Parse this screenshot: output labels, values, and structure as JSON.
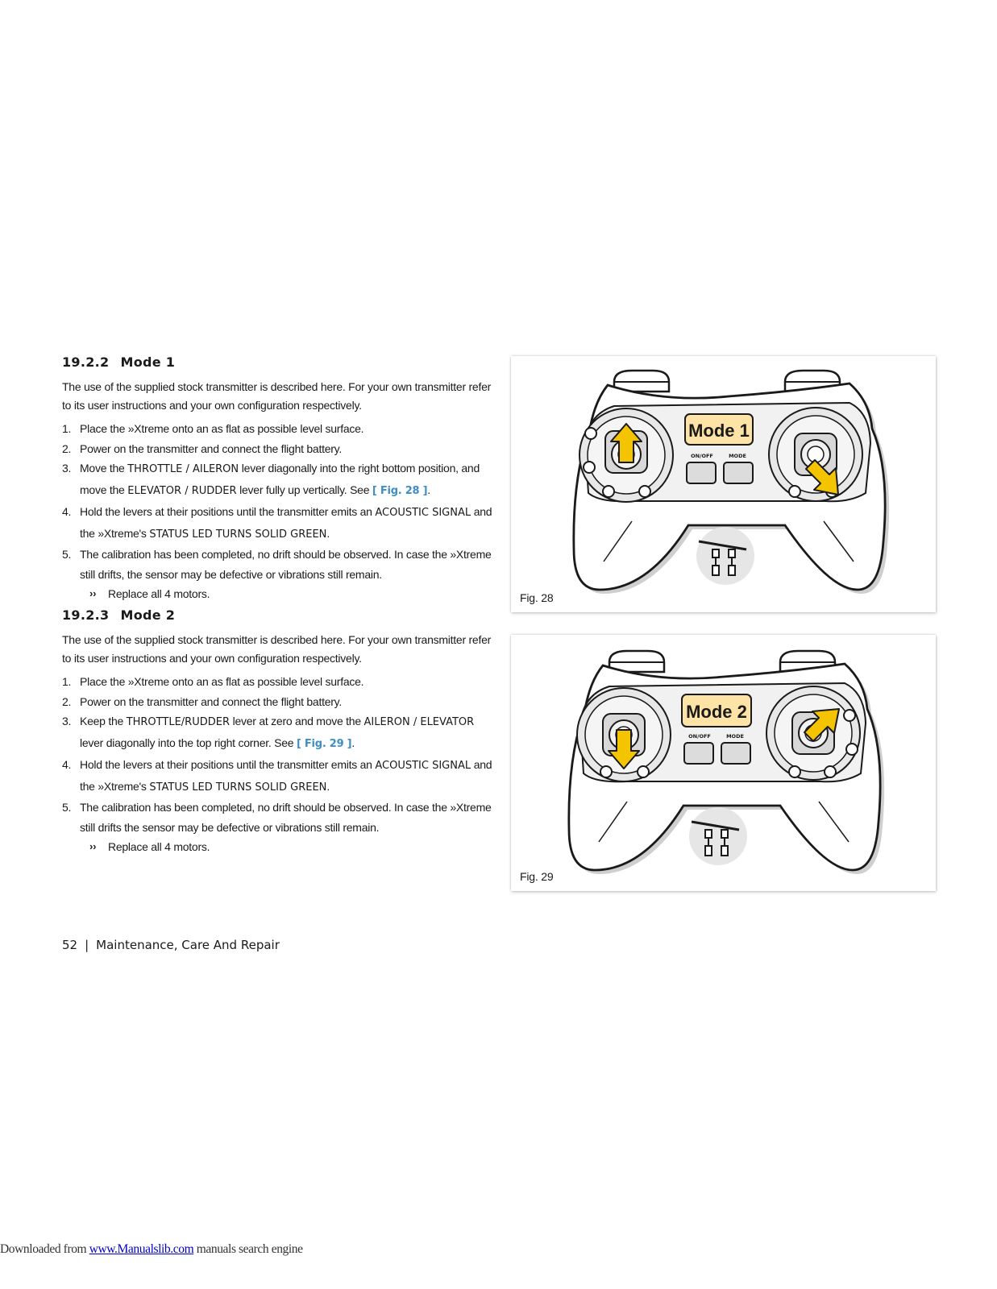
{
  "section1": {
    "number": "19.2.2",
    "title": "Mode 1",
    "intro": "The use of the supplied stock transmitter is described here. For your own transmitter refer to its user instructions and your own configuration respectively.",
    "steps": [
      {
        "n": "1.",
        "text": "Place the »Xtreme onto an as flat as possible level surface."
      },
      {
        "n": "2.",
        "text": "Power on the transmitter and connect the flight battery."
      },
      {
        "n": "3.",
        "a": "Move the ",
        "k1": "THROTTLE / AILERON",
        "b": " lever diagonally into the right bottom position, and move the ",
        "k2": "ELEVATOR / RUDDER",
        "c": " lever fully up vertically. See ",
        "ref": "[ Fig. 28 ]",
        "d": "."
      },
      {
        "n": "4.",
        "a": "Hold the levers at their positions until the transmitter emits an ",
        "k1": "ACOUSTIC SIGNAL",
        "b": " and the »Xtreme's ",
        "k2": "STATUS LED TURNS SOLID GREEN",
        "c": "."
      },
      {
        "n": "5.",
        "text": "The calibration has been completed, no drift should be observed. In case the »Xtreme still drifts, the sensor may be defective or vibrations still remain."
      }
    ],
    "substep": "Replace all 4 motors."
  },
  "section2": {
    "number": "19.2.3",
    "title": "Mode 2",
    "intro": "The use of the supplied stock transmitter is described here. For your own transmitter refer to its user instructions and your own configuration respectively.",
    "steps": [
      {
        "n": "1.",
        "text": "Place the »Xtreme onto an as flat as possible level surface."
      },
      {
        "n": "2.",
        "text": "Power on the transmitter and connect the flight battery."
      },
      {
        "n": "3.",
        "a": "Keep the ",
        "k1": "THROTTLE/RUDDER",
        "b": " lever at zero and move the ",
        "k2": "AILERON / ELEVATOR",
        "c": " lever diagonally into the top right corner. See ",
        "ref": "[ Fig. 29 ]",
        "d": "."
      },
      {
        "n": "4.",
        "a": "Hold the levers at their positions until the transmitter emits an ",
        "k1": "ACOUSTIC SIGNAL",
        "b": " and the »Xtreme's ",
        "k2": "STATUS LED TURNS SOLID GREEN",
        "c": "."
      },
      {
        "n": "5.",
        "text": "The calibration has been completed, no drift should be observed. In case the »Xtreme still drifts the sensor may be defective or vibrations still remain."
      }
    ],
    "substep": "Replace all 4 motors."
  },
  "chevron": "››",
  "figures": [
    {
      "caption": "Fig. 28",
      "badge": "Mode 1",
      "btn1": "ON/OFF",
      "btn2": "MODE"
    },
    {
      "caption": "Fig. 29",
      "badge": "Mode 2",
      "btn1": "ON/OFF",
      "btn2": "MODE"
    }
  ],
  "footer": {
    "page": "52",
    "separator": "|",
    "title": "Maintenance, Care And Repair"
  },
  "download": {
    "prefix": "Downloaded from ",
    "link": "www.Manualslib.com",
    "suffix": " manuals search engine"
  },
  "colors": {
    "accent": "#3d8fc4",
    "badge": "#fde4a6",
    "arrow": "#f5c400"
  }
}
